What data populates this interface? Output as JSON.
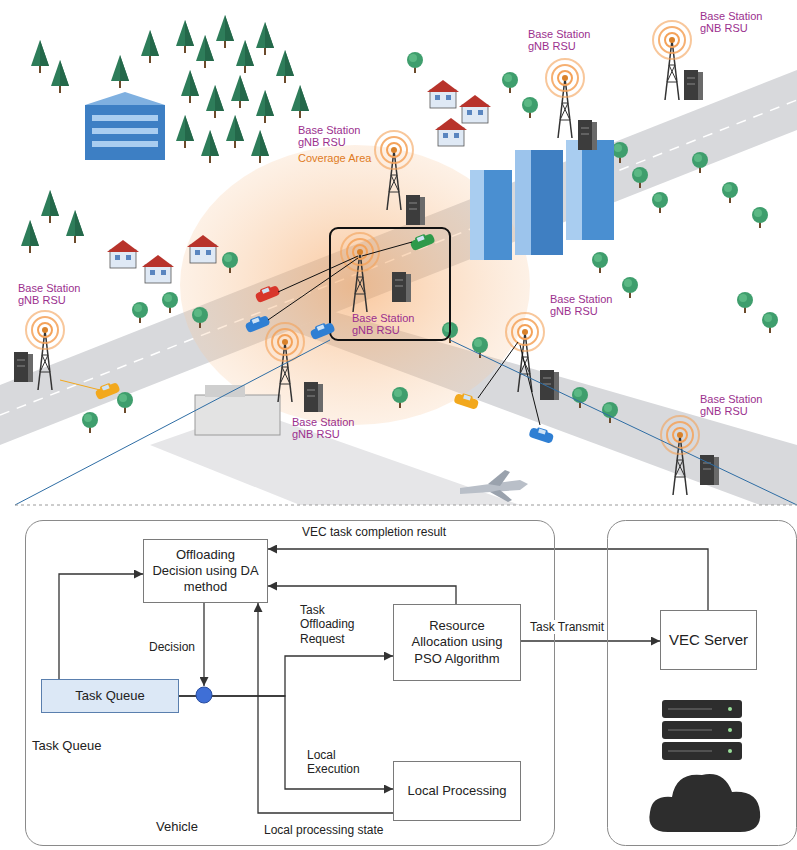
{
  "diagram": {
    "nodes": [
      {
        "text": [
          "Vehicle"
        ]
      },
      {
        "text": [
          "Offloading Decision using DA method"
        ],
        "in": 0
      },
      {
        "text": [
          "Task Queue",
          "Task Queue"
        ],
        "in": 0
      },
      {
        "text": [
          "Resource Allocation using PSO Algorithm"
        ],
        "in": 0
      },
      {
        "text": [
          "Local Processing"
        ],
        "in": 0
      },
      {
        "text": [
          "VEC Server"
        ]
      }
    ],
    "edges": [
      {
        "from": 2,
        "to": 1,
        "arrow": "to"
      },
      {
        "from": 2,
        "to": 3,
        "label": "Task Offloading Request",
        "arrow": "to"
      },
      {
        "from": 2,
        "to": 4,
        "label": "Local Execution",
        "arrow": "to"
      },
      {
        "from": 3,
        "to": 1,
        "arrow": "to"
      },
      {
        "from": 4,
        "to": 1,
        "label": "Local processing state",
        "arrow": "to"
      },
      {
        "from": 3,
        "to": 5,
        "label": "Task Transmit",
        "arrow": "to"
      },
      {
        "from": 5,
        "to": 1,
        "label": "VEC task completion result",
        "arrow": "to"
      }
    ],
    "labels": [
      "Base Station gNB RSU",
      "Base Station gNB RSU",
      "Base Station gNB RSU",
      "Coverage Area",
      "Base Station gNB RSU",
      "Base Station gNB RSU",
      "Base Station gNB RSU",
      "Base Station gNB RSU",
      "Base Station gNB RSU",
      "Decision"
    ]
  }
}
